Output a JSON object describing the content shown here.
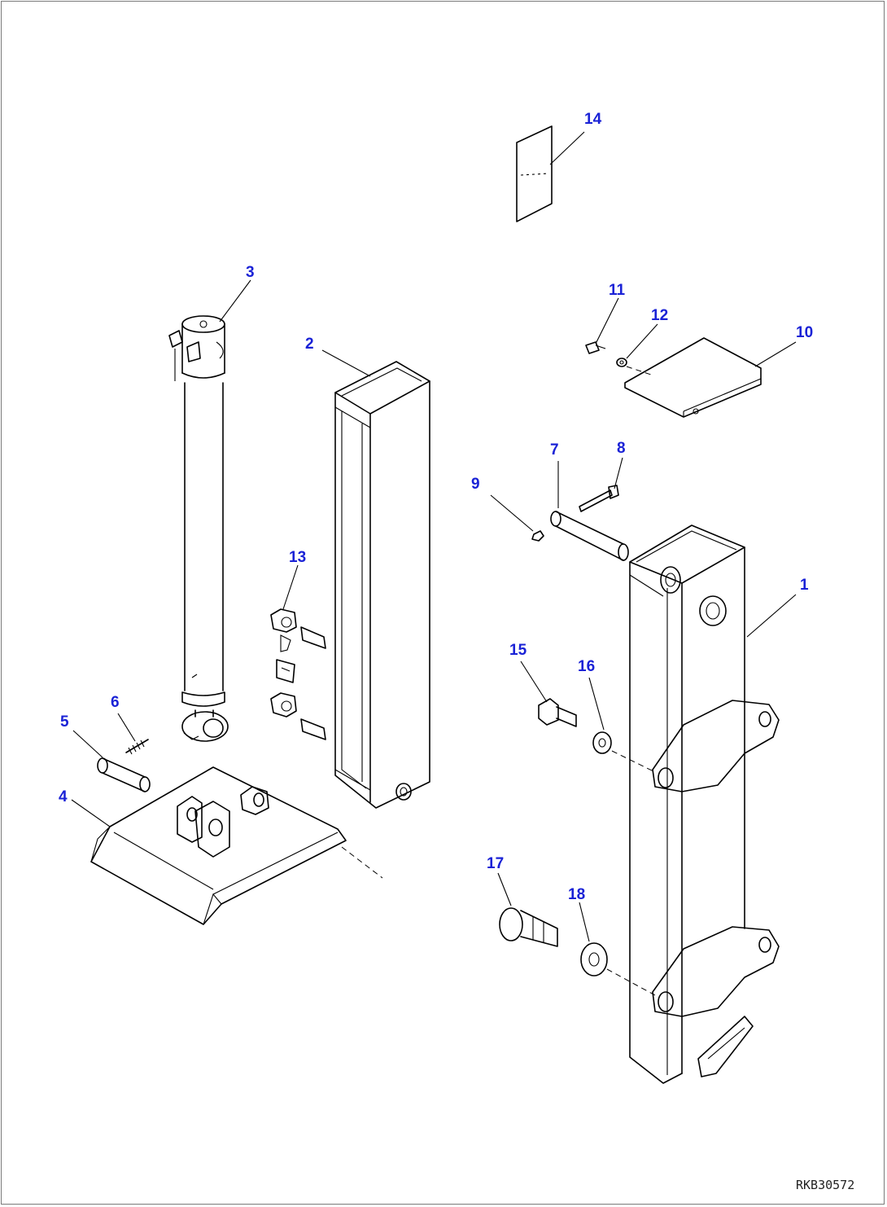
{
  "diagram": {
    "callouts": [
      "1",
      "2",
      "3",
      "4",
      "5",
      "6",
      "7",
      "8",
      "9",
      "10",
      "11",
      "12",
      "13",
      "14",
      "15",
      "16",
      "17",
      "18"
    ],
    "drawing_code": "RKB30572",
    "colors": {
      "callout": "#1a22d6",
      "line": "#000000",
      "background": "#ffffff"
    }
  }
}
